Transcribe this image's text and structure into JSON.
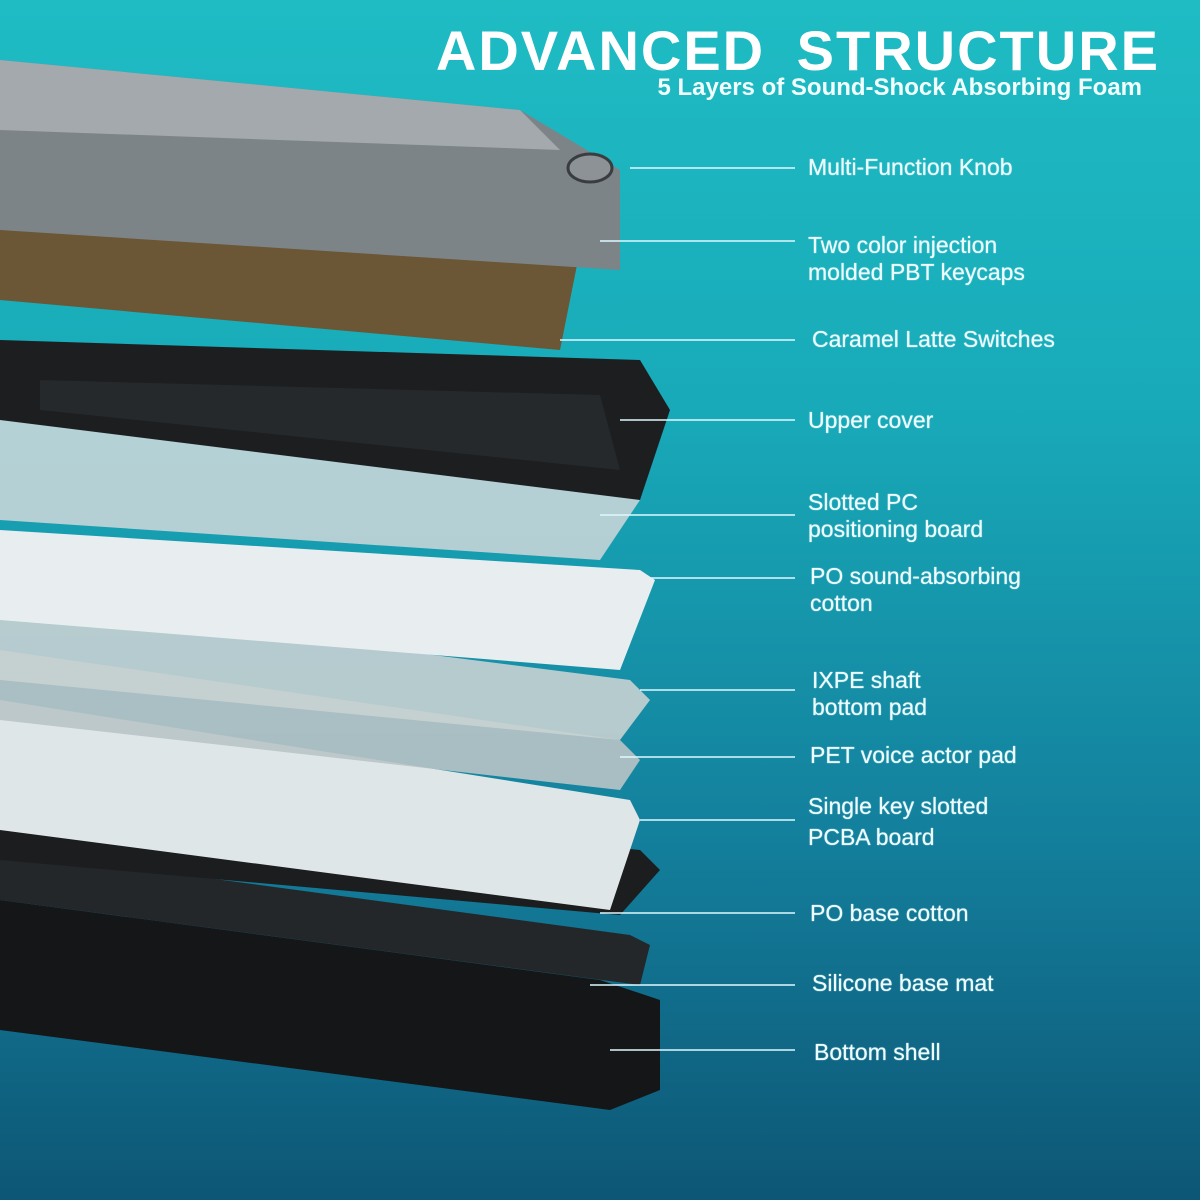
{
  "header": {
    "title": "ADVANCED  STRUCTURE",
    "subtitle": "5 Layers of Sound-Shock Absorbing Foam"
  },
  "labels": [
    {
      "lines": [
        "Multi-Function Knob"
      ]
    },
    {
      "lines": [
        "Two color injection",
        "molded PBT keycaps"
      ]
    },
    {
      "lines": [
        "Caramel Latte Switches"
      ]
    },
    {
      "lines": [
        "Upper cover"
      ]
    },
    {
      "lines": [
        "Slotted PC",
        "positioning board"
      ]
    },
    {
      "lines": [
        "PO sound-absorbing",
        "cotton"
      ]
    },
    {
      "lines": [
        "IXPE shaft",
        "bottom pad"
      ]
    },
    {
      "lines": [
        "PET voice actor pad"
      ]
    },
    {
      "lines": [
        "Single key slotted",
        "PCBA board"
      ]
    },
    {
      "lines": [
        "PO base cotton"
      ]
    },
    {
      "lines": [
        "Silicone base mat"
      ]
    },
    {
      "lines": [
        "Bottom shell"
      ]
    }
  ],
  "colors": {
    "bg_top": "#1fbcc4",
    "bg_bottom": "#0d5675",
    "keycaps": "#7d8488",
    "switches": "#6b5636",
    "dark": "#1c1e20",
    "plate": "#d8e0e2"
  }
}
